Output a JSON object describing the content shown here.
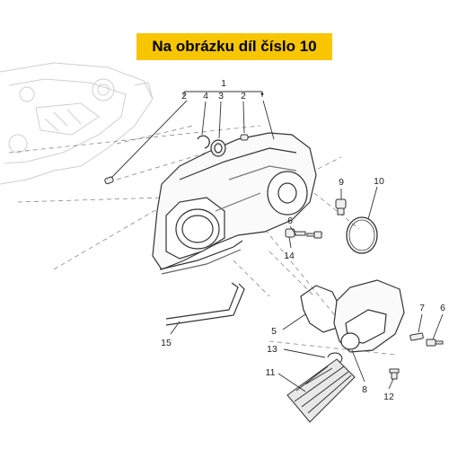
{
  "banner": {
    "text": "Na obrázku díl číslo 10",
    "color": "#f7c600"
  },
  "diagram": {
    "labels": {
      "l1": "1",
      "l2a": "2",
      "l4": "4",
      "l3": "3",
      "l2b": "2",
      "ldot": "•",
      "l9": "9",
      "l10": "10",
      "l6a": "6",
      "l14": "14",
      "l5": "5",
      "l15": "15",
      "l13": "13",
      "l11": "11",
      "l7": "7",
      "l6b": "6",
      "l8": "8",
      "l12": "12"
    }
  }
}
